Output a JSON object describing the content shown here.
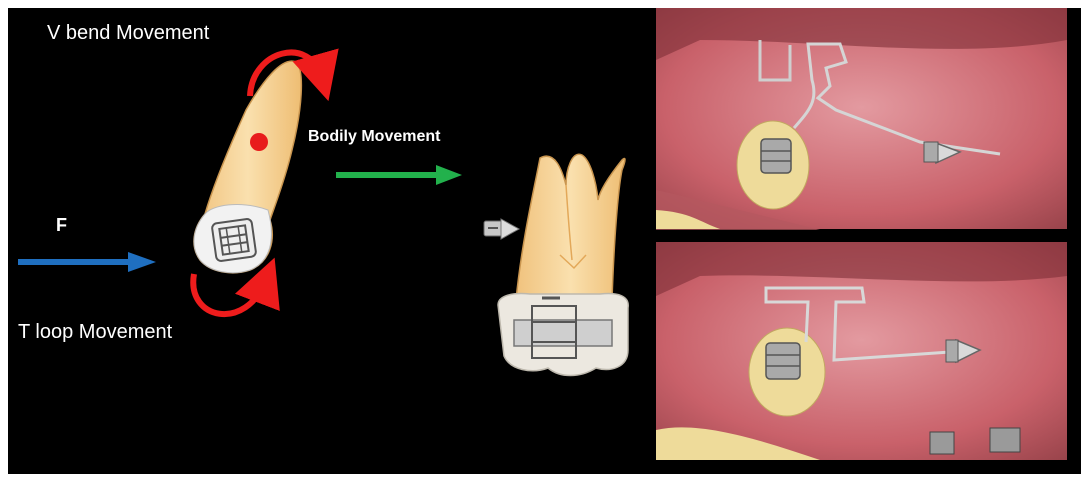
{
  "labels": {
    "v_bend": "V bend Movement",
    "t_loop": "T loop Movement",
    "bodily": "Bodily Movement",
    "force": "F"
  },
  "colors": {
    "background": "#000000",
    "force_arrow": "#1f6fc0",
    "bodily_arrow": "#22b14c",
    "rotation_arrows": "#ee1c1c",
    "tooth": "#f6d49a",
    "gingiva": "#c9616a"
  },
  "icons": {
    "force": "blue-right-arrow",
    "bodily": "green-right-arrow",
    "rotation": "red-curved-arrow",
    "bracket": "orthodontic-bracket",
    "attachment": "triangle-attachment"
  }
}
